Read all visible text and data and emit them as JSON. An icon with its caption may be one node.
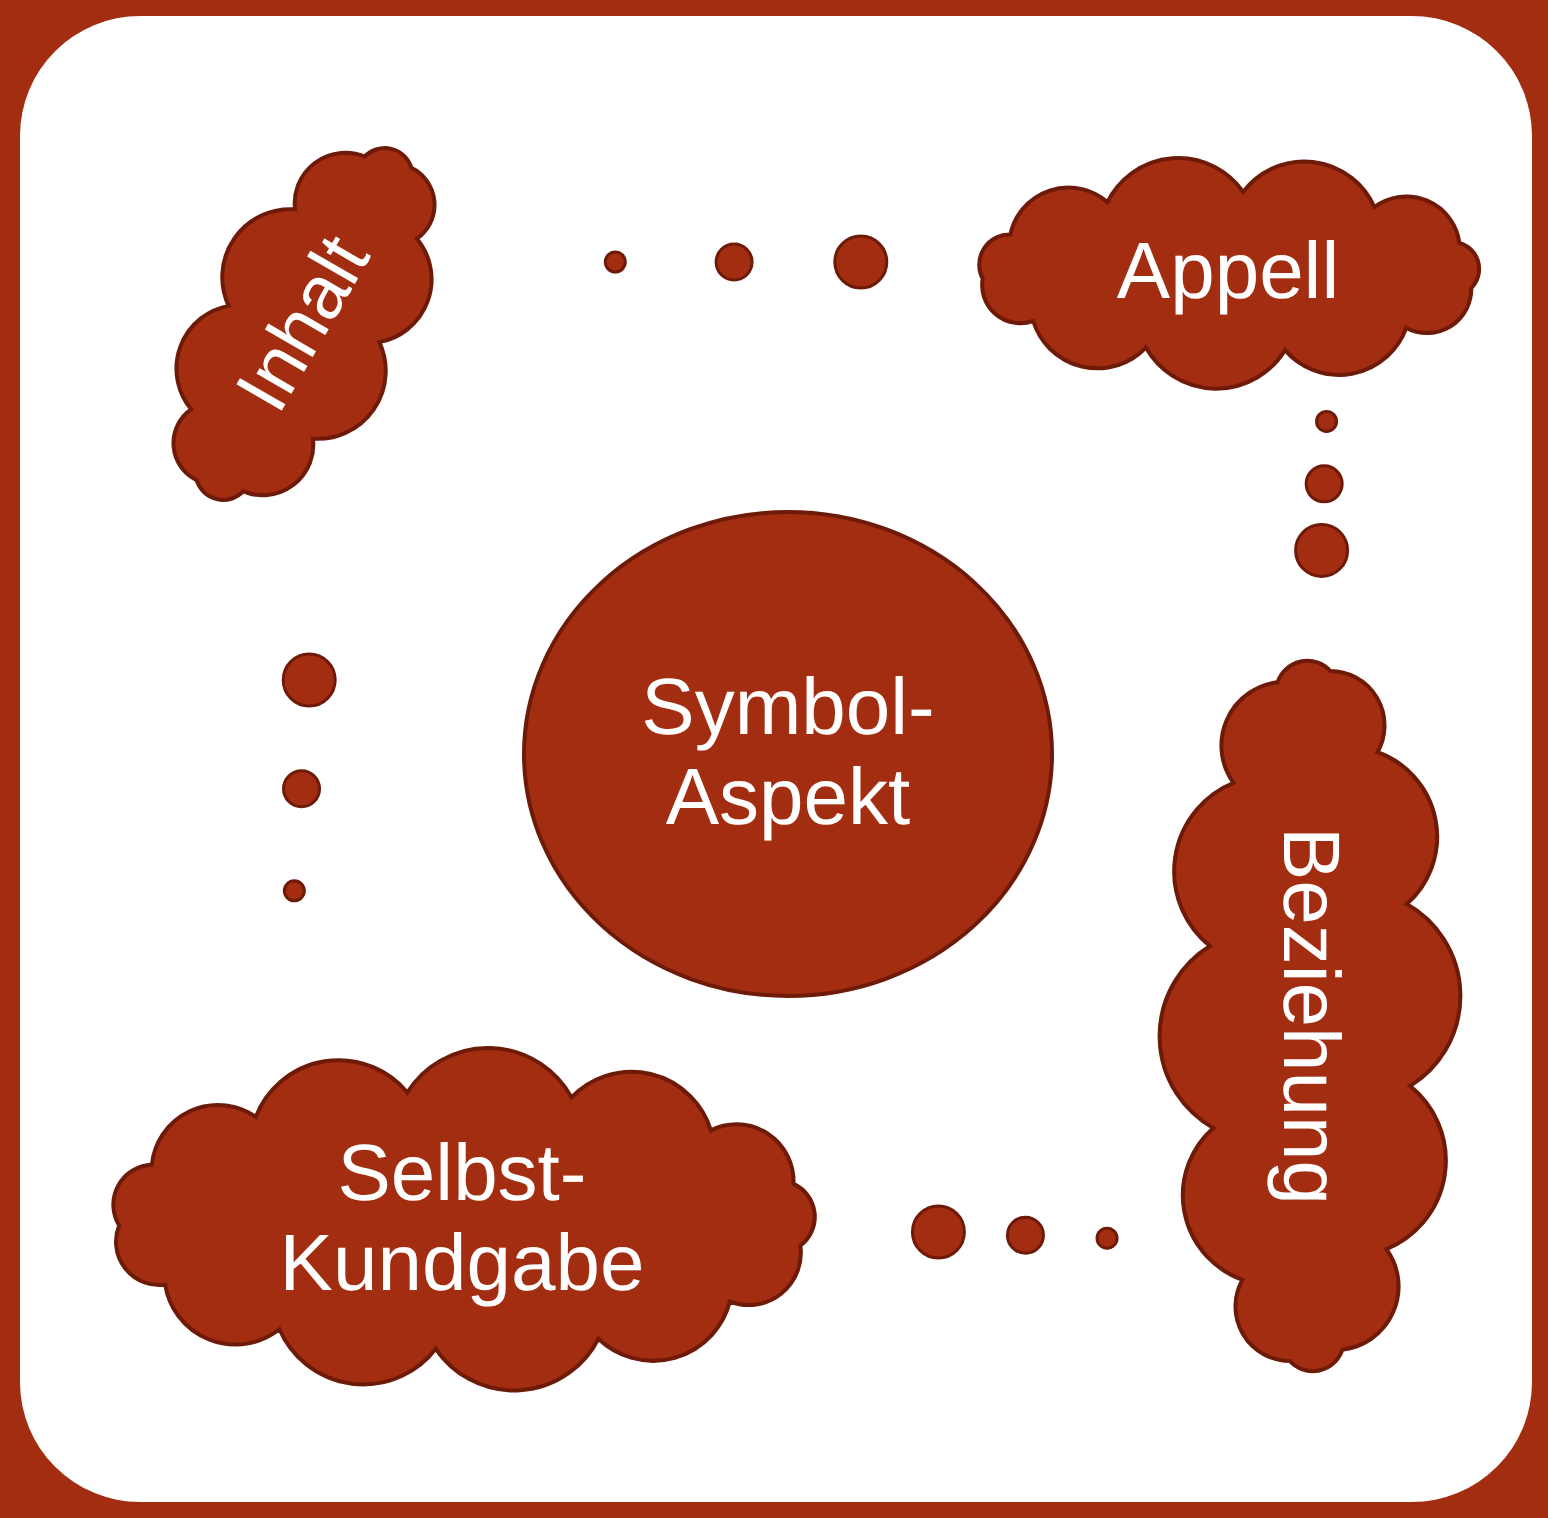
{
  "diagram": {
    "nodes": [
      {
        "text": [
          "Inhalt"
        ]
      },
      {
        "text": [
          "Appell"
        ]
      },
      {
        "text": [
          "Symbol- Aspekt"
        ]
      },
      {
        "text": [
          "Beziehung"
        ]
      },
      {
        "text": [
          "Selbst- Kundgabe"
        ]
      }
    ],
    "edges": [
      {
        "from": 0,
        "to": 1,
        "arrow": "none"
      },
      {
        "from": 1,
        "to": 3,
        "arrow": "none"
      },
      {
        "from": 3,
        "to": 4,
        "arrow": "none"
      },
      {
        "from": 4,
        "to": 0,
        "arrow": "none"
      }
    ]
  }
}
